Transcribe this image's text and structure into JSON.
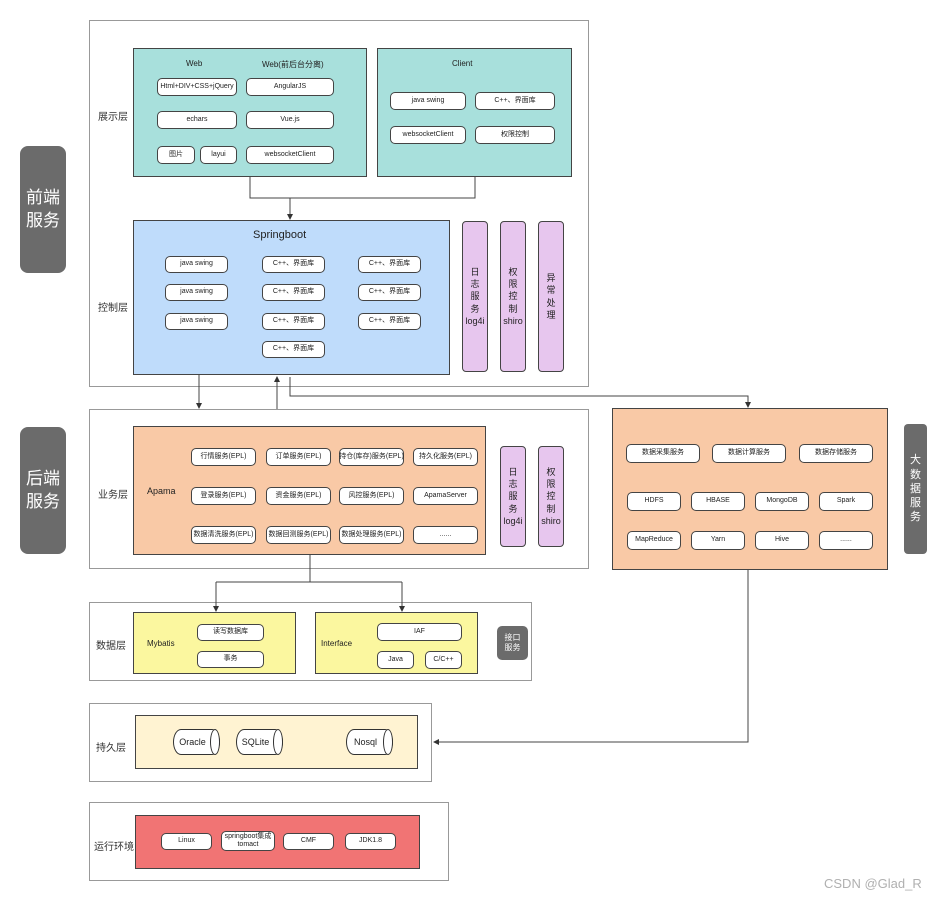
{
  "side_tabs": {
    "frontend": "前端\n服务",
    "backend": "后端\n服务",
    "bigdata": "大\n数\n据\n服\n务"
  },
  "layers": {
    "presentation": "展示层",
    "control": "控制层",
    "business": "业务层",
    "data": "数据层",
    "persistence": "持久层",
    "runtime": "运行环境"
  },
  "presentation": {
    "web_title": "Web",
    "web_split_title": "Web(前后台分离)",
    "web_items": [
      "Html+DIV+CSS+jQuery",
      "echars",
      "图片",
      "layui"
    ],
    "web_split_items": [
      "AngularJS",
      "Vue.js",
      "websocketClient"
    ],
    "client_title": "Client",
    "client_items": [
      "java swing",
      "C++、界面库",
      "websocketClient",
      "权限控制"
    ]
  },
  "control": {
    "title": "Springboot",
    "col1": [
      "java swing",
      "java swing",
      "java swing"
    ],
    "col2": [
      "C++、界面库",
      "C++、界面库",
      "C++、界面库",
      "C++、界面库"
    ],
    "col3": [
      "C++、界面库",
      "C++、界面库",
      "C++、界面库"
    ],
    "side_boxes": [
      "日\n志\n服\n务\nlog4i",
      "权\n限\n控\n制\nshiro",
      "异\n常\n处\n理"
    ]
  },
  "business": {
    "title": "Apama",
    "row1": [
      "行情服务(EPL)",
      "订单服务(EPL)",
      "持仓(库存)服务(EPL)",
      "持久化服务(EPL)"
    ],
    "row2": [
      "登录服务(EPL)",
      "资金服务(EPL)",
      "风控服务(EPL)",
      "ApamaServer"
    ],
    "row3": [
      "数据清洗服务(EPL)",
      "数据回测服务(EPL)",
      "数据处理服务(EPL)",
      "......"
    ],
    "side_boxes": [
      "日\n志\n服\n务\nlog4i",
      "权\n限\n控\n制\nshiro"
    ]
  },
  "bigdata": {
    "row1": [
      "数据采集服务",
      "数据计算服务",
      "数据存储服务"
    ],
    "row2": [
      "HDFS",
      "HBASE",
      "MongoDB",
      "Spark"
    ],
    "row3": [
      "MapReduce",
      "Yarn",
      "Hive",
      "......"
    ]
  },
  "data_layer": {
    "mybatis_title": "Mybatis",
    "mybatis_items": [
      "读写数据库",
      "事务"
    ],
    "interface_title": "Interface",
    "interface_items": [
      "IAF",
      "Java",
      "C/C++"
    ],
    "interface_tag": "接口\n服务"
  },
  "persistence": {
    "items": [
      "Oracle",
      "SQLite",
      "Nosql"
    ]
  },
  "runtime": {
    "items": [
      "Linux",
      "springboot集成\ntomact",
      "CMF",
      "JDK1.8"
    ]
  },
  "watermark": "CSDN @Glad_R",
  "colors": {
    "teal": "#a8e0dc",
    "blue": "#bfdcfb",
    "orange": "#f9c9a6",
    "yellow": "#fbf79f",
    "cream": "#fff3d2",
    "red": "#f17474",
    "purple": "#e7c6ee",
    "gray_tab": "#6b6b6b"
  }
}
